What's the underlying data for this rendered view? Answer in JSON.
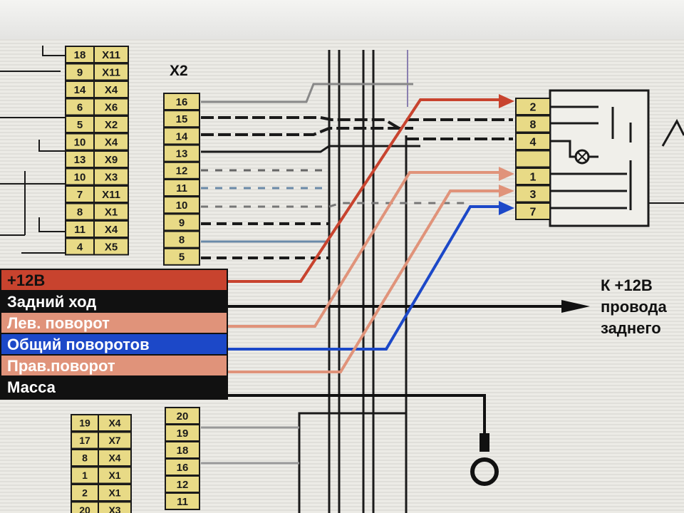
{
  "colors": {
    "red": "#c8432e",
    "black": "#111111",
    "salmon": "#e0937a",
    "blue": "#1c48c8",
    "pin_yellow": "#e8da86"
  },
  "left_block": {
    "rows": [
      {
        "pin": "18",
        "conn": "X11"
      },
      {
        "pin": "9",
        "conn": "X11"
      },
      {
        "pin": "14",
        "conn": "X4"
      },
      {
        "pin": "6",
        "conn": "X6"
      },
      {
        "pin": "5",
        "conn": "X2"
      },
      {
        "pin": "10",
        "conn": "X4"
      },
      {
        "pin": "13",
        "conn": "X9"
      },
      {
        "pin": "10",
        "conn": "X3"
      },
      {
        "pin": "7",
        "conn": "X11"
      },
      {
        "pin": "8",
        "conn": "X1"
      },
      {
        "pin": "11",
        "conn": "X4"
      },
      {
        "pin": "4",
        "conn": "X5"
      }
    ],
    "rows_bottom": [
      {
        "pin": "19",
        "conn": "X4"
      },
      {
        "pin": "17",
        "conn": "X7"
      },
      {
        "pin": "8",
        "conn": "X4"
      },
      {
        "pin": "1",
        "conn": "X1"
      },
      {
        "pin": "2",
        "conn": "X1"
      },
      {
        "pin": "20",
        "conn": "X3"
      }
    ]
  },
  "x2": {
    "title": "X2",
    "pins": [
      "16",
      "15",
      "14",
      "13",
      "12",
      "11",
      "10",
      "9",
      "8",
      "5"
    ],
    "pins_bottom": [
      "20",
      "19",
      "18",
      "16",
      "12",
      "11"
    ]
  },
  "right_connector": {
    "pins": [
      "2",
      "8",
      "4",
      "",
      "1",
      "3",
      "7"
    ]
  },
  "legend": [
    {
      "label": "+12В",
      "bg": "#c8432e",
      "fg": "#111111"
    },
    {
      "label": "Задний ход",
      "bg": "#111111",
      "fg": "#ffffff"
    },
    {
      "label": "Лев. поворот",
      "bg": "#e0937a",
      "fg": "#ffffff"
    },
    {
      "label": "Общий поворотов",
      "bg": "#1c48c8",
      "fg": "#ffffff"
    },
    {
      "label": "Прав.поворот",
      "bg": "#e0937a",
      "fg": "#ffffff"
    },
    {
      "label": "Масса",
      "bg": "#111111",
      "fg": "#ffffff"
    }
  ],
  "note": {
    "lines": [
      "К +12В",
      "провода",
      "заднего"
    ]
  }
}
